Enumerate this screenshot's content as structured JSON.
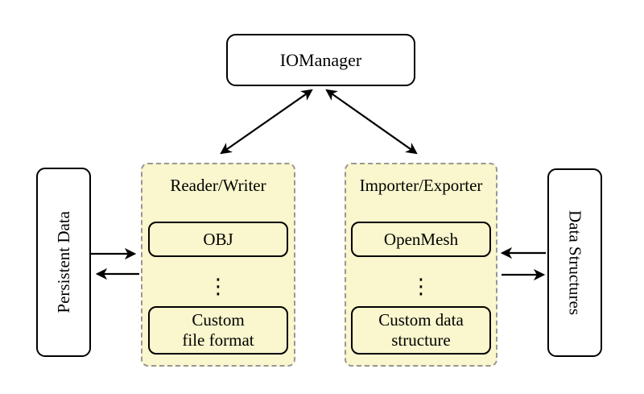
{
  "diagram": {
    "background": "#ffffff",
    "group_fill": "#faf6cd",
    "group_border_color": "#979797",
    "node_border_color": "#000000",
    "arrow_color": "#000000",
    "nodes": {
      "iomanager": "IOManager",
      "persistent_data": "Persistent Data",
      "data_structures": "Data Structures"
    },
    "groups": {
      "reader_writer": {
        "title": "Reader/Writer",
        "items": [
          "OBJ",
          "⋮",
          "Custom\nfile format"
        ]
      },
      "importer_exporter": {
        "title": "Importer/Exporter",
        "items": [
          "OpenMesh",
          "⋮",
          "Custom data\nstructure"
        ]
      }
    }
  }
}
